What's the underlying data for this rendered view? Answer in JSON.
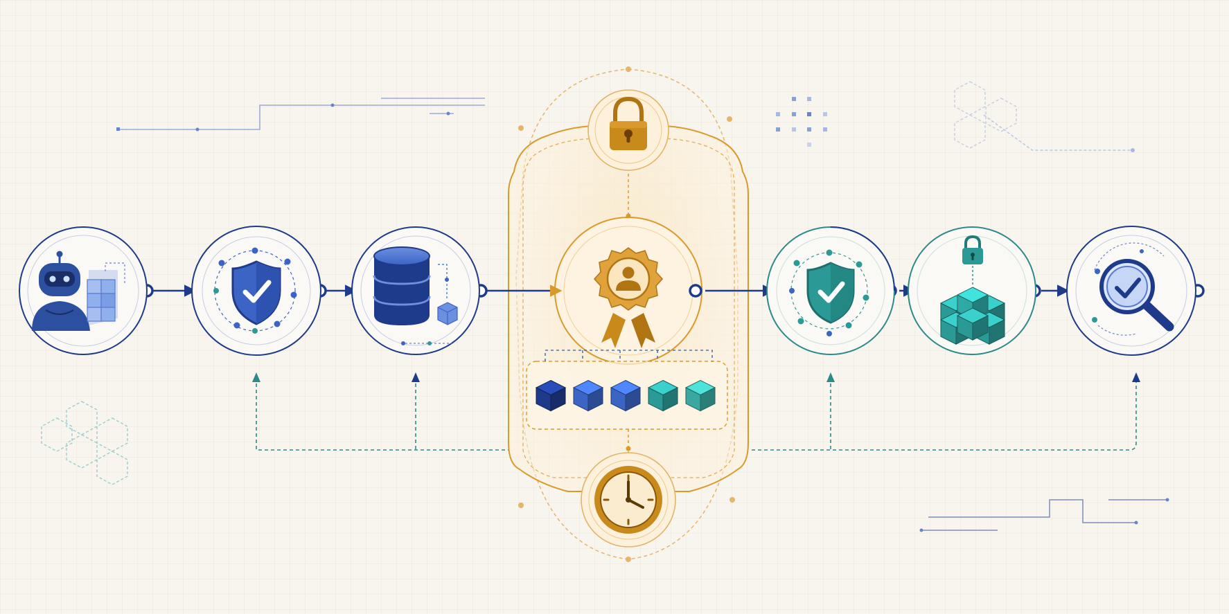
{
  "colors": {
    "background": "#f8f5ef",
    "grid": "#ebe6dc",
    "navy": "#1e3a8a",
    "blue": "#3b64c4",
    "light_blue": "#8aa8e6",
    "teal": "#2b9a96",
    "dark_teal": "#1f7c7a",
    "gold": "#d99a2b",
    "dark_gold": "#b07413",
    "pale_gold": "#fbe6bf"
  },
  "stages": [
    {
      "id": "agent",
      "icon": "robot-agent-icon",
      "accent": "navy"
    },
    {
      "id": "verification",
      "icon": "shield-check-icon",
      "accent": "navy"
    },
    {
      "id": "database",
      "icon": "database-icon",
      "accent": "navy"
    },
    {
      "id": "certification",
      "icon": "award-badge-icon",
      "accent": "gold"
    },
    {
      "id": "validation",
      "icon": "shield-check-icon",
      "accent": "teal"
    },
    {
      "id": "secured-blocks",
      "icon": "locked-blocks-icon",
      "accent": "teal"
    },
    {
      "id": "audit",
      "icon": "magnifier-check-icon",
      "accent": "navy"
    }
  ],
  "center_panel": {
    "top_icon": "padlock-icon",
    "middle_icon": "award-badge-icon",
    "bottom_icon": "clock-icon",
    "block_colors": [
      "#1e3a8a",
      "#3b64c4",
      "#3b64c4",
      "#2b9a96",
      "#3aa8a0"
    ]
  }
}
